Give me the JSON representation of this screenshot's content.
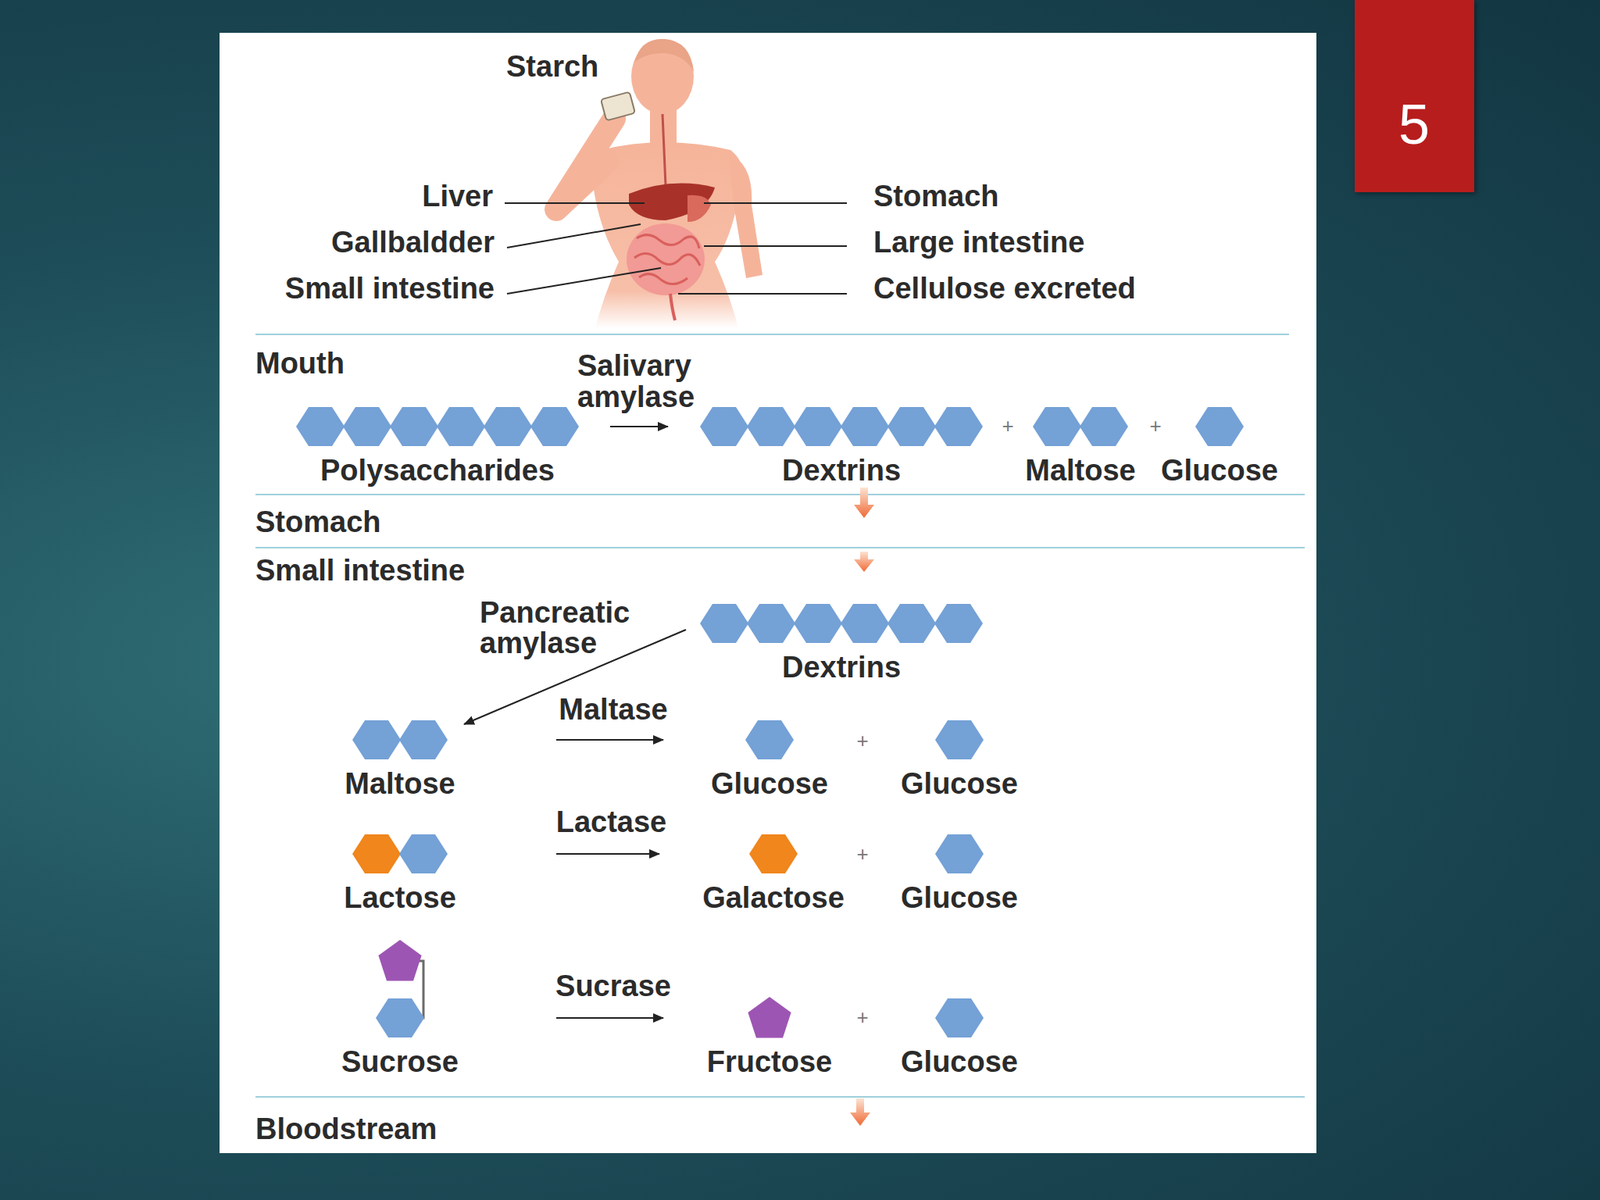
{
  "diagram": {
    "nodes": [
      {
        "text": [
          "Polysaccharides"
        ]
      },
      {
        "text": [
          "Dextrins"
        ]
      },
      {
        "text": [
          "Maltose"
        ]
      },
      {
        "text": [
          "Glucose"
        ]
      },
      {
        "text": [
          "Dextrins"
        ]
      },
      {
        "text": [
          "Maltose"
        ]
      },
      {
        "text": [
          "Glucose"
        ]
      },
      {
        "text": [
          "Glucose"
        ]
      },
      {
        "text": [
          "Lactose"
        ]
      },
      {
        "text": [
          "Galactose"
        ]
      },
      {
        "text": [
          "Glucose"
        ]
      },
      {
        "text": [
          "Sucrose"
        ]
      },
      {
        "text": [
          "Fructose"
        ]
      },
      {
        "text": [
          "Glucose"
        ]
      }
    ],
    "edges": [
      {
        "from": 0,
        "to": 1,
        "arrow": "to",
        "label": "Salivary amylase"
      },
      {
        "from": 4,
        "to": 5,
        "arrow": "to",
        "label": "Pancreatic amylase"
      },
      {
        "from": 5,
        "to": 6,
        "arrow": "to",
        "label": "Maltase"
      },
      {
        "from": 8,
        "to": 9,
        "arrow": "to",
        "label": "Lactase"
      },
      {
        "from": 11,
        "to": 12,
        "arrow": "to",
        "label": "Sucrase"
      }
    ],
    "labels": [
      "Starch",
      "Liver",
      "Gallbaldder",
      "Small intestine",
      "Stomach",
      "Large intestine",
      "Cellulose excreted",
      "Mouth",
      "+",
      "+",
      "Stomach",
      "Small intestine",
      "+",
      "+",
      "+",
      "Bloodstream",
      "5"
    ]
  }
}
